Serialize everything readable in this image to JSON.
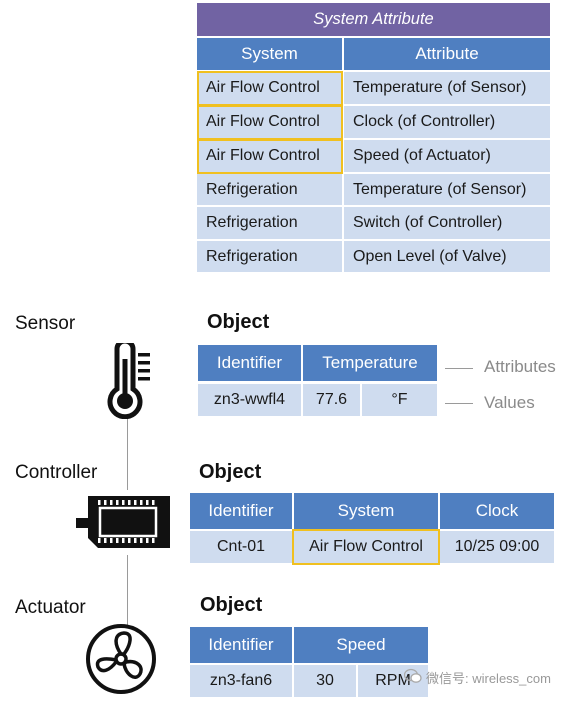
{
  "system_attribute_table": {
    "title": "System Attribute",
    "headers": [
      "System",
      "Attribute"
    ],
    "rows": [
      {
        "system": "Air Flow Control",
        "attribute": "Temperature (of Sensor)",
        "highlight": true
      },
      {
        "system": "Air Flow Control",
        "attribute": "Clock (of Controller)",
        "highlight": true
      },
      {
        "system": "Air Flow Control",
        "attribute": "Speed (of Actuator)",
        "highlight": true
      },
      {
        "system": "Refrigeration",
        "attribute": "Temperature (of Sensor)",
        "highlight": false
      },
      {
        "system": "Refrigeration",
        "attribute": "Switch (of Controller)",
        "highlight": false
      },
      {
        "system": "Refrigeration",
        "attribute": "Open Level (of Valve)",
        "highlight": false
      }
    ]
  },
  "devices": [
    {
      "label": "Sensor",
      "icon": "thermometer-icon"
    },
    {
      "label": "Controller",
      "icon": "chip-icon"
    },
    {
      "label": "Actuator",
      "icon": "fan-icon"
    }
  ],
  "sensor_object": {
    "title": "Object",
    "headers": [
      "Identifier",
      "Temperature"
    ],
    "values": [
      "zn3-wwfl4",
      "77.6",
      "°F"
    ]
  },
  "controller_object": {
    "title": "Object",
    "headers": [
      "Identifier",
      "System",
      "Clock"
    ],
    "values": [
      "Cnt-01",
      "Air Flow Control",
      "10/25 09:00"
    ]
  },
  "actuator_object": {
    "title": "Object",
    "headers": [
      "Identifier",
      "Speed"
    ],
    "values": [
      "zn3-fan6",
      "30",
      "RPM"
    ]
  },
  "side_labels": {
    "attributes": "Attributes",
    "values": "Values"
  },
  "watermark": "微信号: wireless_com",
  "colors": {
    "header_blue": "#4f7fc1",
    "row_light": "#cfdcef",
    "title_purple": "#7163a3",
    "highlight_yellow": "#f0c020"
  }
}
